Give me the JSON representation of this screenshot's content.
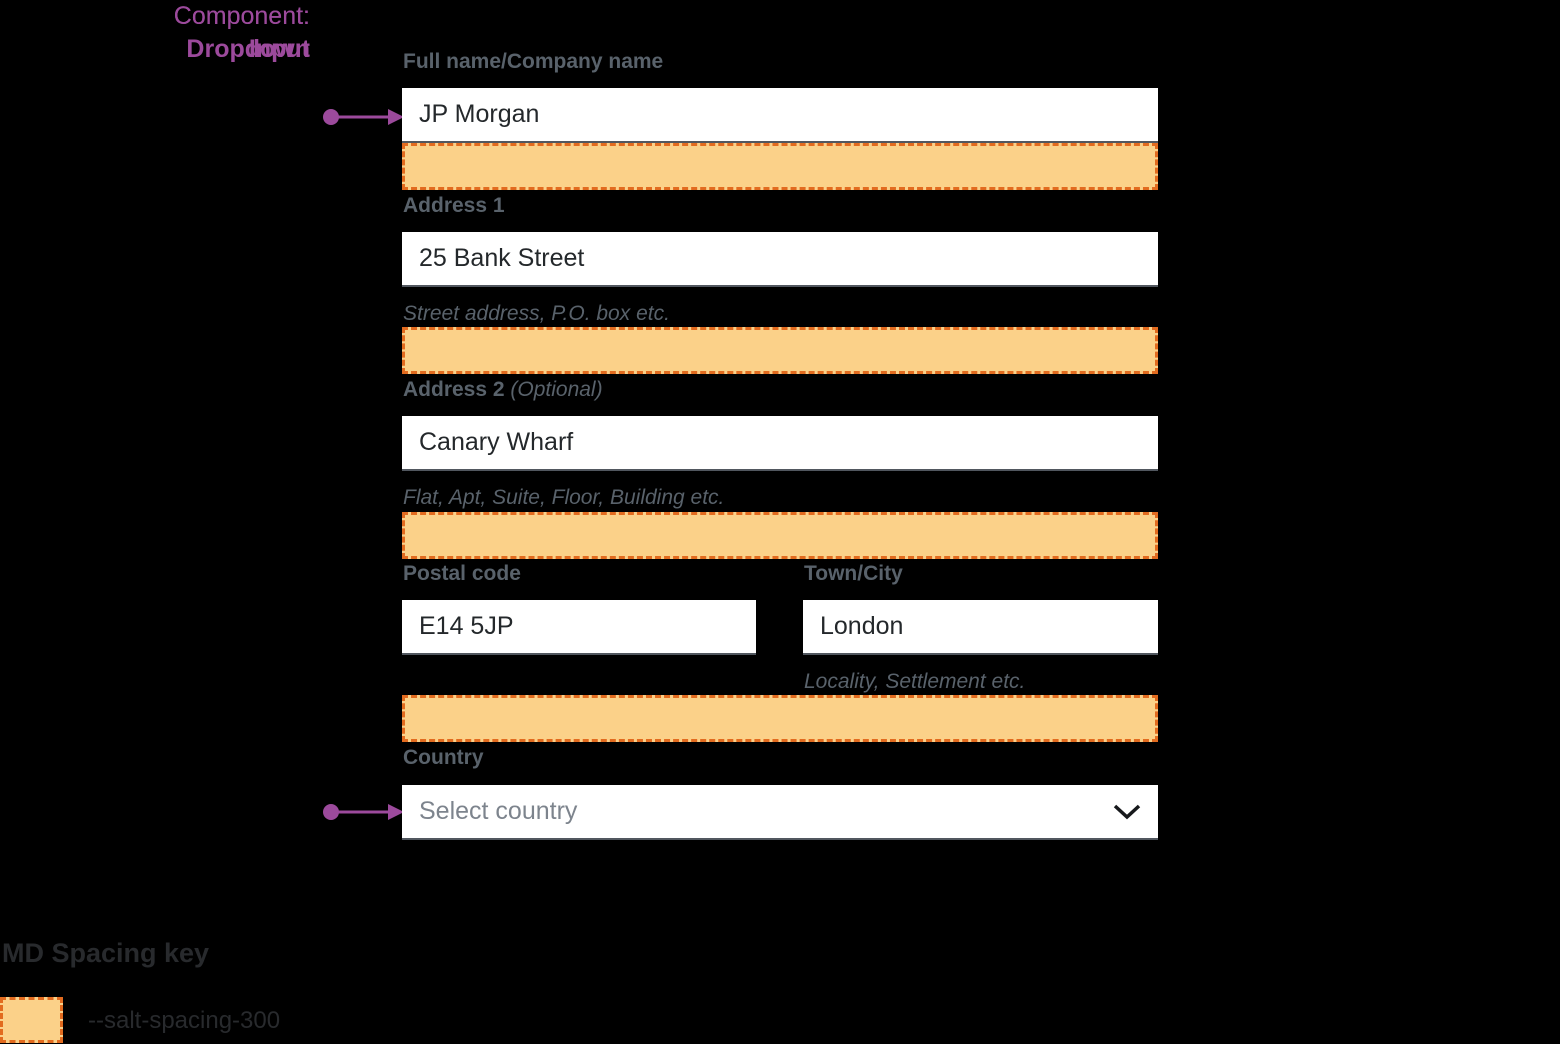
{
  "annotations": {
    "input": {
      "prefix": "Component:",
      "name": "Input"
    },
    "dropdown": {
      "prefix": "Component:",
      "name": "Dropdown"
    }
  },
  "form": {
    "full_name": {
      "label": "Full name/Company name",
      "value": "JP Morgan"
    },
    "address1": {
      "label": "Address 1",
      "value": "25 Bank Street",
      "helper": "Street address, P.O. box etc."
    },
    "address2": {
      "label": "Address 2",
      "optional": "(Optional)",
      "value": "Canary Wharf",
      "helper": "Flat, Apt, Suite, Floor, Building etc."
    },
    "postal_code": {
      "label": "Postal code",
      "value": "E14 5JP"
    },
    "town_city": {
      "label": "Town/City",
      "value": "London",
      "helper": "Locality, Settlement etc."
    },
    "country": {
      "label": "Country",
      "placeholder": "Select country"
    }
  },
  "legend": {
    "title": "MD Spacing key",
    "token": "--salt-spacing-300"
  },
  "icons": {
    "chevron_down": "chevron-down-icon",
    "arrow_right": "arrow-right-icon"
  },
  "colors": {
    "bg": "#000000",
    "field_bg": "#FFFFFF",
    "spacing_fill": "#FBD189",
    "spacing_border": "#E26B1F",
    "annotation": "#9C4A9C",
    "label": "#59626B",
    "value": "#24282B",
    "placeholder": "#7D848D",
    "border": "#51575F",
    "key_text": "#282A2D",
    "chevron": "#17191C"
  }
}
